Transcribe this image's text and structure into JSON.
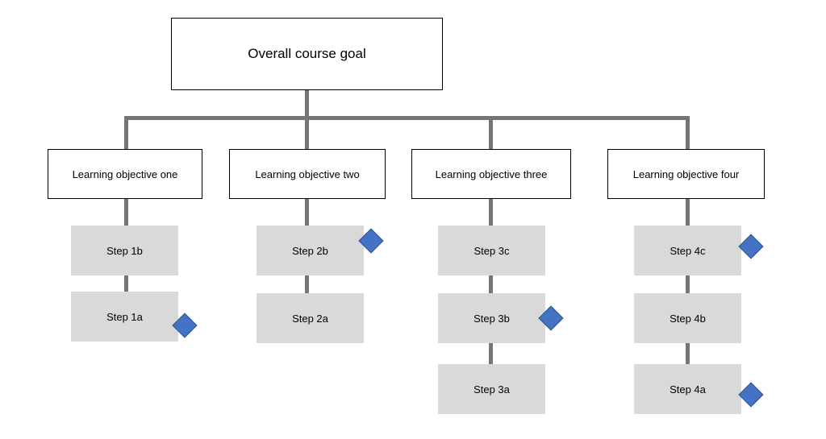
{
  "goal": {
    "label": "Overall course goal"
  },
  "objectives": [
    {
      "label": "Learning objective one",
      "steps": [
        "Step 1b",
        "Step 1a"
      ]
    },
    {
      "label": "Learning objective two",
      "steps": [
        "Step 2b",
        "Step 2a"
      ]
    },
    {
      "label": "Learning objective three",
      "steps": [
        "Step 3c",
        "Step 3b",
        "Step 3a"
      ]
    },
    {
      "label": "Learning objective four",
      "steps": [
        "Step 4c",
        "Step 4b",
        "Step 4a"
      ]
    }
  ],
  "colors": {
    "connector": "#767676",
    "step_fill": "#d9d9d9",
    "marker": "#4472c4"
  },
  "marker_shape": "diamond"
}
